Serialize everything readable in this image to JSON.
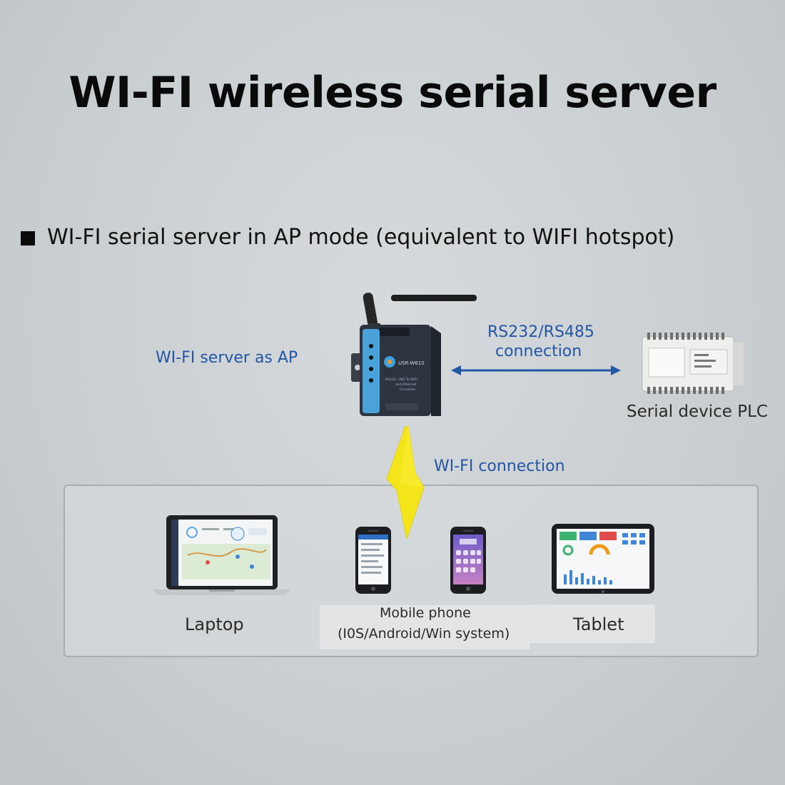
{
  "title": "WI-FI wireless serial server",
  "mode_description": "WI-FI serial server in AP mode (equivalent to WIFI hotspot)",
  "labels": {
    "server_as_ap": "WI-FI server as AP",
    "rs_connection_line1": "RS232/RS485",
    "rs_connection_line2": "connection",
    "plc": "Serial device PLC",
    "wifi_connection": "WI-FI connection"
  },
  "device_text": {
    "brand": "USR-W610",
    "model_line1": "RS232 / 485 To WIFI",
    "model_line2": "and Ethernet",
    "model_line3": "Converter"
  },
  "clients": {
    "laptop": "Laptop",
    "mobile_line1": "Mobile phone",
    "mobile_line2": "(I0S/Android/Win system)",
    "tablet": "Tablet"
  },
  "colors": {
    "accent_blue": "#2456a6",
    "lightning_yellow": "#f4e51a",
    "device_blue": "#4aa3d8",
    "device_dark": "#2c3440"
  }
}
